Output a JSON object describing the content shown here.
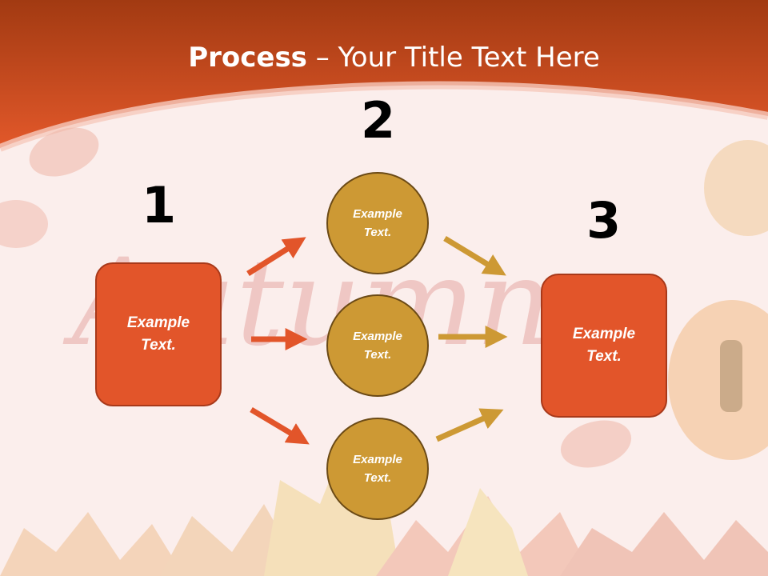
{
  "title": {
    "bold": "Process",
    "rest": " – Your Title Text Here"
  },
  "numbers": [
    "1",
    "2",
    "3"
  ],
  "left_box": {
    "line1": "Example",
    "line2": "Text."
  },
  "right_box": {
    "line1": "Example",
    "line2": "Text."
  },
  "circles": [
    {
      "line1": "Example",
      "line2": "Text."
    },
    {
      "line1": "Example",
      "line2": "Text."
    },
    {
      "line1": "Example",
      "line2": "Text."
    }
  ],
  "watermark": "Autumn",
  "colors": {
    "header": "#d9441c",
    "box": "#e2552a",
    "circle": "#cd9934",
    "arrow_left": "#e2552a",
    "arrow_right": "#cd9934"
  }
}
